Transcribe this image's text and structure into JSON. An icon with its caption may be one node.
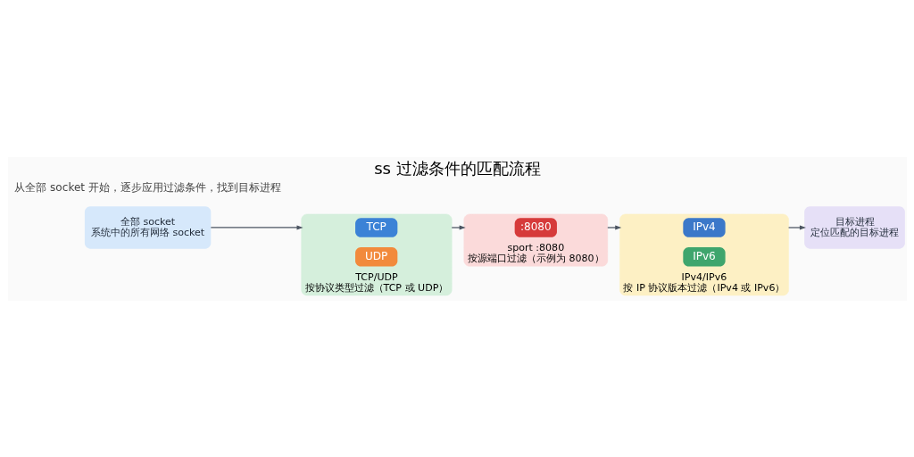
{
  "diagram": {
    "title": "ss 过滤条件的匹配流程",
    "nodes": [
      {
        "text": [
          "全部 socket",
          "系统中的所有网络 socket"
        ]
      },
      {
        "text": [
          "TCP/UDP",
          "按协议类型过滤（TCP 或 UDP）"
        ]
      },
      {
        "text": [
          "TCP"
        ],
        "in": 1
      },
      {
        "text": [
          "UDP"
        ],
        "in": 1
      },
      {
        "text": [
          "sport :8080",
          "按源端口过滤（示例为 8080）"
        ]
      },
      {
        "text": [
          ":8080"
        ],
        "in": 4
      },
      {
        "text": [
          "IPv4/IPv6",
          "按 IP 协议版本过滤（IPv4 或 IPv6）"
        ]
      },
      {
        "text": [
          "IPv4"
        ],
        "in": 6
      },
      {
        "text": [
          "IPv6"
        ],
        "in": 6
      },
      {
        "text": [
          "目标进程",
          "定位匹配的目标进程"
        ]
      }
    ],
    "edges": [
      {
        "from": 0,
        "to": 1,
        "arrow": "to"
      },
      {
        "from": 1,
        "to": 4,
        "arrow": "to"
      },
      {
        "from": 4,
        "to": 6,
        "arrow": "to"
      },
      {
        "from": 6,
        "to": 9,
        "arrow": "to"
      }
    ],
    "labels": [
      "从全部 socket 开始，逐步应用过滤条件，找到目标进程"
    ]
  }
}
